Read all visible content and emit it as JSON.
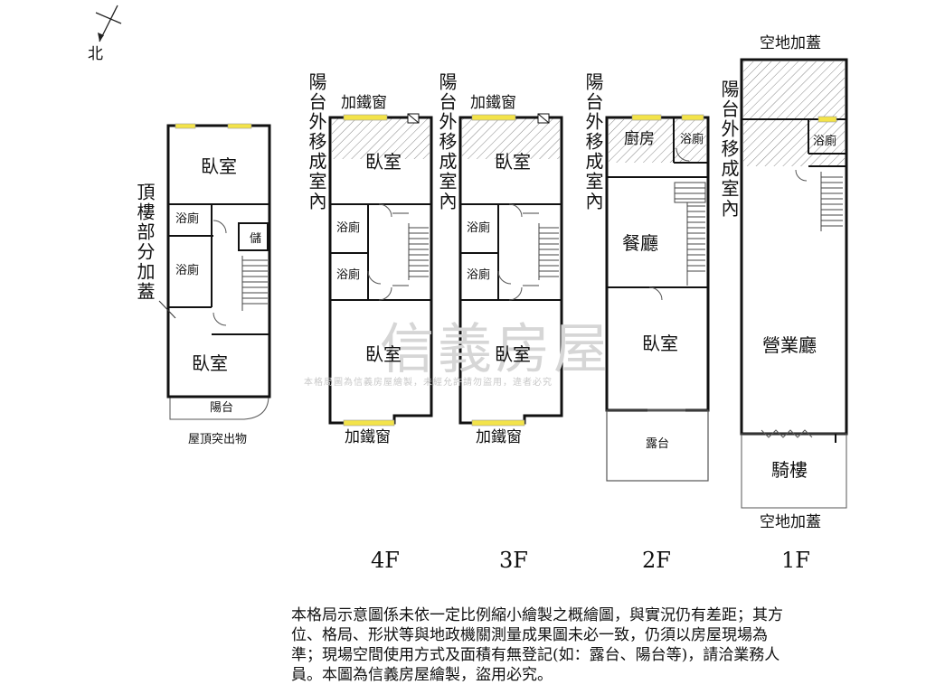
{
  "north": "北",
  "roof": {
    "bedroom_top": "臥室",
    "bath_1": "浴廁",
    "bath_2": "浴廁",
    "storage": "儲",
    "bedroom_bottom": "臥室",
    "balcony": "陽台",
    "note": "頂樓部分加蓋",
    "caption": "屋頂突出物"
  },
  "floor4": {
    "side_note": "陽台外移成室內",
    "top_window": "加鐵窗",
    "bedroom_top": "臥室",
    "bath_1": "浴廁",
    "bath_2": "浴廁",
    "bedroom_bottom": "臥室",
    "bottom_window": "加鐵窗",
    "label": "4F"
  },
  "floor3": {
    "side_note": "陽台外移成室內",
    "top_window": "加鐵窗",
    "bedroom_top": "臥室",
    "bath_1": "浴廁",
    "bath_2": "浴廁",
    "bedroom_bottom": "臥室",
    "bottom_window": "加鐵窗",
    "label": "3F"
  },
  "floor2": {
    "side_note": "陽台外移成室內",
    "kitchen": "廚房",
    "bath": "浴廁",
    "dining": "餐廳",
    "bedroom": "臥室",
    "terrace": "露台",
    "label": "2F"
  },
  "floor1": {
    "top_note": "空地加蓋",
    "side_note": "陽台外移成室內",
    "bath": "浴廁",
    "business_hall": "營業廳",
    "arcade": "騎樓",
    "bottom_note": "空地加蓋",
    "label": "1F"
  },
  "watermark": {
    "brand": "信義房屋",
    "text": "本格局圖為信義房屋繪製，未經允許請勿盜用，違者必究"
  },
  "disclaimer": "本格局示意圖係未依一定比例縮小繪製之概繪圖，與實況仍有差距；其方位、格局、形狀等與地政機關測量成果圖未必一致，仍須以房屋現場為準；現場空間使用方式及面積有無登記(如：露台、陽台等)，請洽業務人員。本圖為信義房屋繪製，盜用必究。"
}
